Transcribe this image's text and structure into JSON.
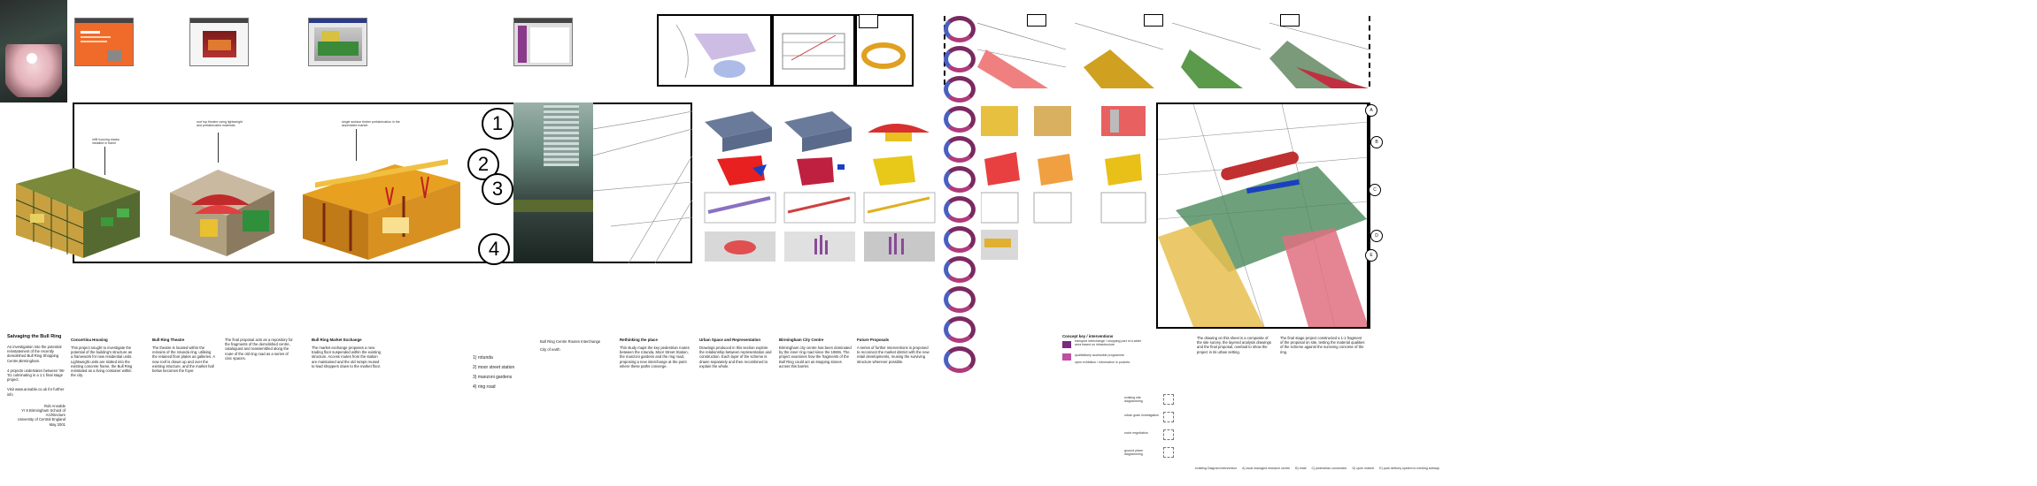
{
  "title_block": {
    "title": "Salvaging the Bull Ring",
    "subtitle": "An investigation into the potential reinstatement of the recently demolished Bull Ring Shopping Centre,Birmingham.",
    "projects_line": "4 projects undertaken between '96-'01 culminating in a 1:1 final stage project.",
    "visit_line": "Visit www.annable.co.uk for further info",
    "author": "Rob Annable",
    "school": "Yr 6 Birmingham School of Architecture",
    "university": "University of Central England",
    "date": "May 2001"
  },
  "text_columns": [
    {
      "heading": "Concertina Housing",
      "body": "This project sought to investigate the potential of the building's structure as a framework for new residential units. Lightweight units are slotted into the existing concrete frame, the Bull Ring reinstated as a living container within the city."
    },
    {
      "heading": "Bull Ring Theatre",
      "body": "The theatre is located within the remains of the rotunda ring, utilising the retained floor plates as galleries. A new roof is drawn up and over the existing structure, and the market hall below becomes the foyer."
    },
    {
      "heading": "",
      "body": "The final proposal acts as a repository for the fragments of the demolished centre, catalogued and reassembled along the route of the old ring road as a series of civic spaces."
    },
    {
      "heading": "Bull Ring Market Exchange",
      "body": "The market exchange proposes a new trading floor suspended within the existing structure. Access routes from the station are maintained and the old ramps reused to lead shoppers down to the market floor."
    },
    {
      "heading": "Rethinking the place",
      "body": "This study maps the key pedestrian routes between the rotunda, Moor Street Station, the manzoni gardens and the ring road, proposing a new interchange at the point where these paths converge."
    },
    {
      "heading": "Urban Space and Representation",
      "body": "Drawings produced in this section explore the relationship between representation and construction. Each layer of the scheme is drawn separately and then recombined to explain the whole."
    },
    {
      "heading": "Birmingham City Centre",
      "body": "Birmingham city centre has been dominated by the inner ring road since the 1960s. The project examines how the fragments of the Bull Ring could act as stepping stones across this barrier."
    },
    {
      "heading": "Future Proposals",
      "body": "A series of further interventions is proposed to reconnect the market district with the new retail developments, reusing the surviving structure wherever possible."
    },
    {
      "heading": "",
      "body": "The drawing on this sheet is a composite of the site survey, the layered analysis drawings and the final proposal, overlaid to show the project in its urban setting."
    },
    {
      "heading": "",
      "body": "The final stage project constructed a 1:1 fragment of the proposal on site, testing the material qualities of the scheme against the surviving concrete of the ring."
    }
  ],
  "key_list": {
    "items": [
      "1) rotunda",
      "2) moor street station",
      "3) manzoni gardens",
      "4) ring road"
    ],
    "side_heading": "Bull Ring Centre Routes Interchange",
    "side_sub": "City of earth"
  },
  "circle_markers": [
    "1",
    "2",
    "3",
    "4"
  ],
  "small_markers": [
    "A",
    "B",
    "C",
    "D",
    "E"
  ],
  "legend_box": {
    "title": "Concept key / interventions",
    "items": [
      "transport interchange / shopping part of a wider area based on infrastructure",
      "qualitatively accessible programme",
      "open exhibition / information in pockets"
    ]
  },
  "layer_labels": [
    "existing site diagramming",
    "urban grain investigation",
    "route negotiation",
    "ground plane diagramming"
  ],
  "bottom_legend": [
    "exisiting Diagram intervention",
    "A) local managed research centre",
    "B) retail",
    "C) pedestrian connection",
    "D) open market",
    "E) park delivery system to existing subway"
  ],
  "annotations": [
    "infill housing stacks installed in frame",
    "roof top theatre using lightweight and prefabricated materials",
    "single surface timber prefabrication in the assembled market"
  ],
  "colors": {
    "orange_screen": "#f06a2a",
    "structure_green": "#2f8f3a",
    "accent_yellow": "#e8b020",
    "accent_red": "#d83030",
    "ring_purple": "#6a3a8a"
  }
}
